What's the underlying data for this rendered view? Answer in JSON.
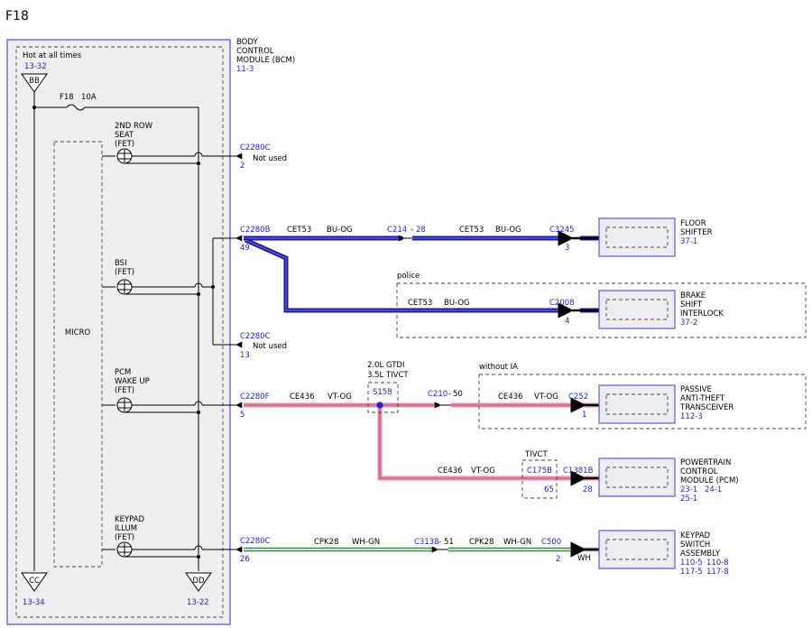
{
  "diagram_title": "F18",
  "bcm": {
    "name_line1": "BODY",
    "name_line2": "CONTROL",
    "name_line3": "MODULE (BCM)",
    "ref": "11-3",
    "hot_label": "Hot at all times",
    "hot_ref": "13-32",
    "bus_top": "BB",
    "bus_left": "CC",
    "bus_left_ref": "13-34",
    "bus_right": "DD",
    "bus_right_ref": "13-22",
    "fuse_name": "F18",
    "fuse_rating": "10A",
    "micro_label": "MICRO"
  },
  "fets": [
    {
      "line1": "2ND ROW",
      "line2": "SEAT",
      "line3": "(FET)"
    },
    {
      "line1": "BSI",
      "line2": "(FET)",
      "line3": ""
    },
    {
      "line1": "PCM",
      "line2": "WAKE UP",
      "line3": "(FET)"
    },
    {
      "line1": "KEYPAD",
      "line2": "ILLUM",
      "line3": "(FET)"
    }
  ],
  "connectors": {
    "c2280c_a": {
      "name": "C2280C",
      "pin": "2",
      "note": "Not used"
    },
    "c2280b": {
      "name": "C2280B",
      "pin": "49"
    },
    "c2280c_b": {
      "name": "C2280C",
      "pin": "13",
      "note": "Not used"
    },
    "c2280f": {
      "name": "C2280F",
      "pin": "5"
    },
    "c2280c_c": {
      "name": "C2280C",
      "pin": "26"
    },
    "c214": {
      "name": "C214",
      "pin": "28"
    },
    "c3245": {
      "name": "C3245",
      "pin": "3"
    },
    "c2008": {
      "name": "C2008",
      "pin": "4"
    },
    "c210": {
      "name": "C210",
      "pin": "50"
    },
    "c252": {
      "name": "C252",
      "pin": "1"
    },
    "c175b": {
      "name": "C175B",
      "pin": "65"
    },
    "c1381b": {
      "name": "C1381B",
      "pin": "28"
    },
    "c3138": {
      "name": "C3138",
      "pin": "51"
    },
    "c500": {
      "name": "C500",
      "pin": "2"
    }
  },
  "splice": {
    "name": "S158",
    "note_line1": "2.0L GTDI",
    "note_line2": "3.5L TIVCT"
  },
  "wires": {
    "cet53": {
      "circuit": "CET53",
      "color": "BU-OG"
    },
    "ce436": {
      "circuit": "CE436",
      "color": "VT-OG"
    },
    "cpk28": {
      "circuit": "CPK28",
      "color": "WH-GN"
    },
    "wh": {
      "color": "WH"
    }
  },
  "conditions": {
    "police": "police",
    "without_ia": "without IA",
    "tivct": "TIVCT"
  },
  "modules": {
    "floor_shifter": {
      "line1": "FLOOR",
      "line2": "SHIFTER",
      "line3": "",
      "refs": [
        "37-1"
      ]
    },
    "brake_shift": {
      "line1": "BRAKE",
      "line2": "SHIFT",
      "line3": "INTERLOCK",
      "refs": [
        "37-2"
      ]
    },
    "pats": {
      "line1": "PASSIVE",
      "line2": "ANTI-THEFT",
      "line3": "TRANSCEIVER",
      "refs": [
        "112-3"
      ]
    },
    "pcm": {
      "line1": "POWERTRAIN",
      "line2": "CONTROL",
      "line3": "MODULE (PCM)",
      "refs": [
        "23-1",
        "24-1",
        "25-1"
      ]
    },
    "keypad": {
      "line1": "KEYPAD",
      "line2": "SWITCH",
      "line3": "ASSEMBLY",
      "refs": [
        "110-5",
        "110-8",
        "117-5",
        "117-8"
      ]
    }
  },
  "colors": {
    "bu_og_wire": "#1a1a9e",
    "vt_og_wire": "#e98aa3",
    "wh_gn_wire": "#2e8b3a",
    "label_blue": "#1f1fd0",
    "module_fill": "#ececf3",
    "module_border": "#5a5ad8"
  }
}
